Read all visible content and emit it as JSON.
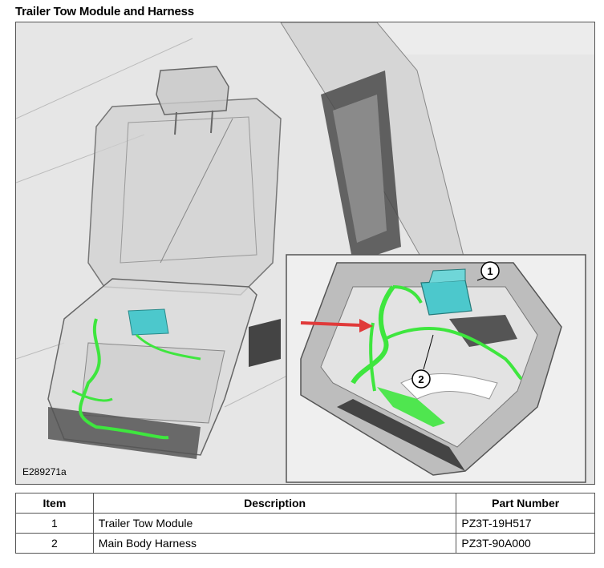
{
  "title": "Trailer Tow Module and Harness",
  "figure": {
    "id": "E289271a",
    "callouts": [
      "1",
      "2"
    ],
    "colors": {
      "harness": "#3ee63e",
      "module": "#4cc8cc",
      "arrow": "#e03a3a"
    }
  },
  "table": {
    "headers": {
      "item": "Item",
      "description": "Description",
      "part_number": "Part Number"
    },
    "rows": [
      {
        "item": "1",
        "description": "Trailer Tow Module",
        "part_number": "PZ3T-19H517"
      },
      {
        "item": "2",
        "description": "Main Body Harness",
        "part_number": "PZ3T-90A000"
      }
    ]
  }
}
